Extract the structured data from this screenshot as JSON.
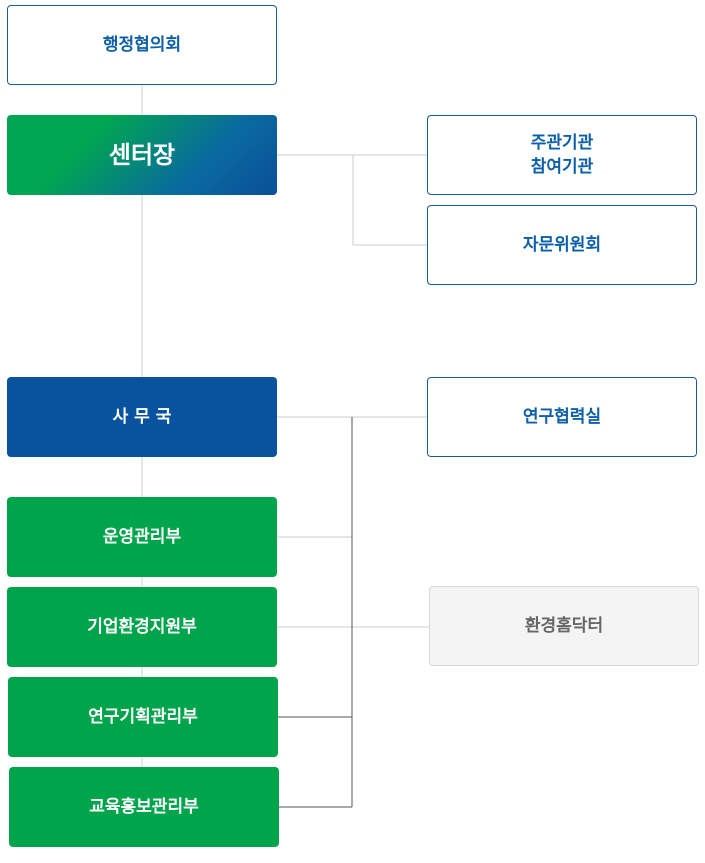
{
  "org": {
    "admin_council": "행정협의회",
    "director": "센터장",
    "host_institutions": [
      "주관기관",
      "참여기관"
    ],
    "advisory_committee": "자문위원회",
    "secretariat": "사 무 국",
    "research_cooperation": "연구협력실",
    "operations_dept": "운영관리부",
    "corporate_support_dept": "기업환경지원부",
    "research_planning_dept": "연구기획관리부",
    "education_pr_dept": "교육홍보관리부",
    "env_doctor": "환경홈닥터"
  },
  "colors": {
    "navy": "#08529e",
    "green": "#00a54b",
    "outline_text": "#0d5fa8",
    "line": "#cccccc"
  }
}
